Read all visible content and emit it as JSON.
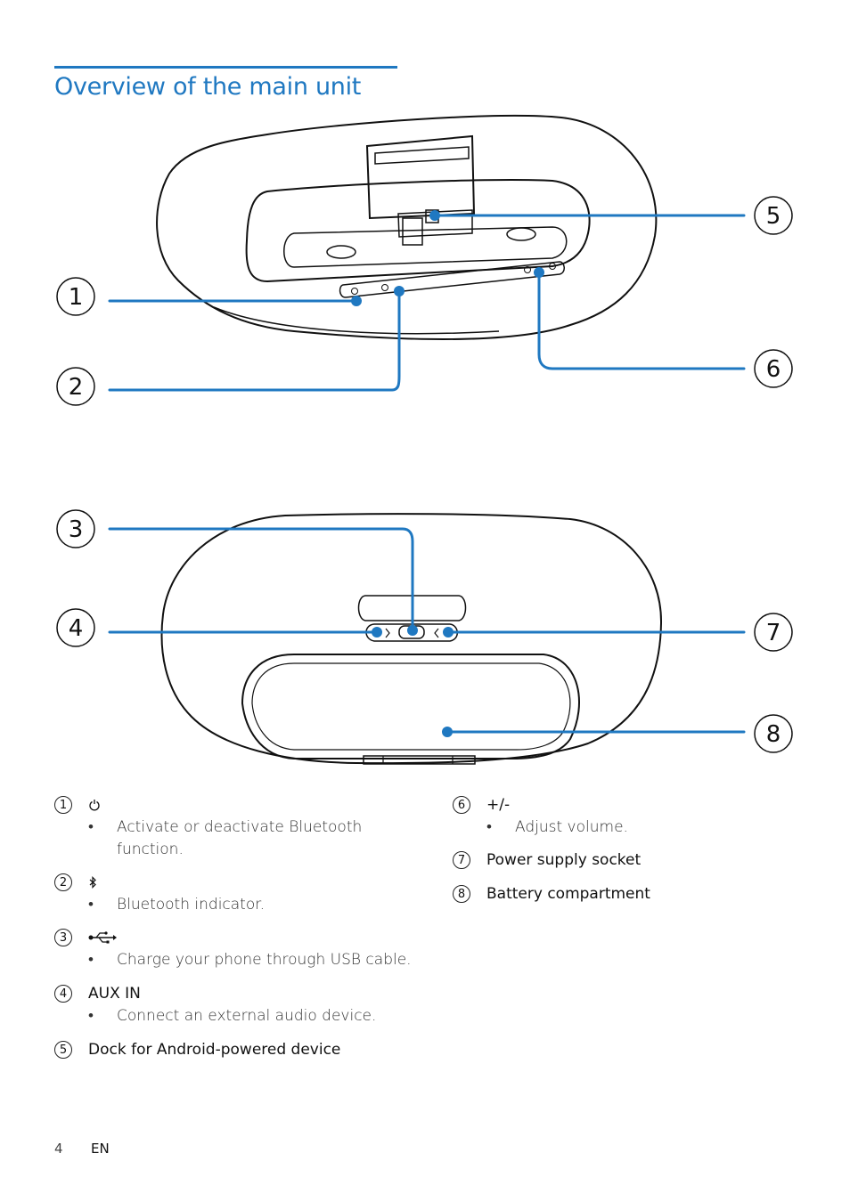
{
  "page": {
    "title": "Overview of the main unit",
    "page_number": "4",
    "language": "EN"
  },
  "callouts": [
    "1",
    "2",
    "3",
    "4",
    "5",
    "6",
    "7",
    "8"
  ],
  "items_left": [
    {
      "num": "1",
      "icon": "power-icon",
      "label": "",
      "bullets": [
        "Activate or deactivate Bluetooth function."
      ]
    },
    {
      "num": "2",
      "icon": "bluetooth-icon",
      "label": "",
      "bullets": [
        "Bluetooth indicator."
      ]
    },
    {
      "num": "3",
      "icon": "usb-icon",
      "label": "",
      "bullets": [
        "Charge your phone through USB cable."
      ]
    },
    {
      "num": "4",
      "icon": "",
      "label": "AUX IN",
      "bullets": [
        "Connect an external audio device."
      ]
    },
    {
      "num": "5",
      "icon": "",
      "label": "Dock for Android-powered device",
      "bullets": []
    }
  ],
  "items_right": [
    {
      "num": "6",
      "icon": "",
      "label": "+/-",
      "bullets": [
        "Adjust volume."
      ]
    },
    {
      "num": "7",
      "icon": "",
      "label": "Power supply socket",
      "bullets": []
    },
    {
      "num": "8",
      "icon": "",
      "label": "Battery compartment",
      "bullets": []
    }
  ],
  "colors": {
    "accent": "#1f78c1",
    "line": "#111111"
  }
}
